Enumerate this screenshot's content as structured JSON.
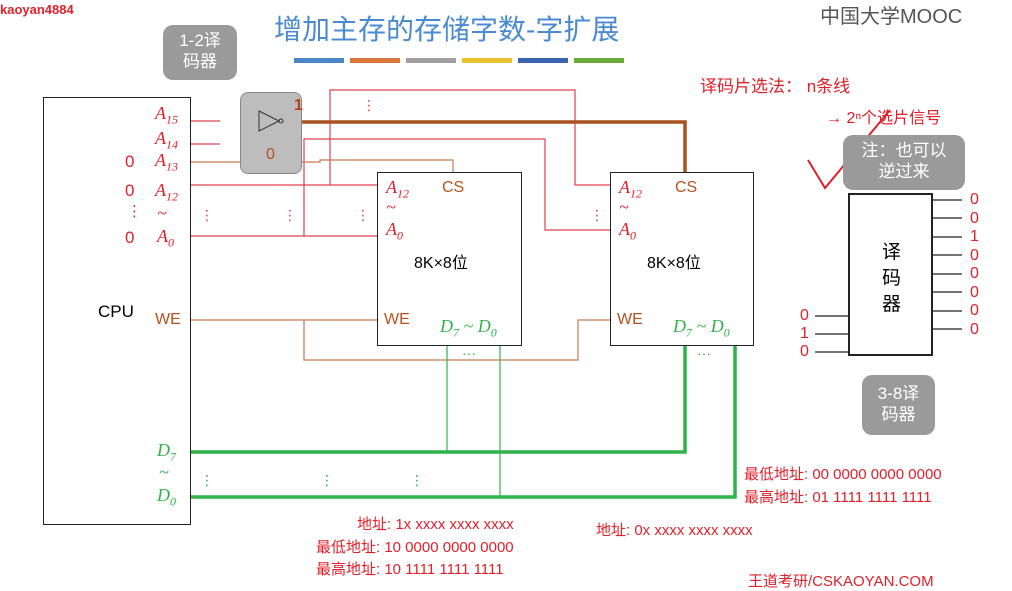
{
  "watermark": "kaoyan4884",
  "logo": "中国大学MOOC",
  "title": "增加主存的存储字数-字扩展",
  "title_bar_colors": [
    "#4a86c5",
    "#d9773a",
    "#a0a0a0",
    "#e8c030",
    "#3a64b0",
    "#6aaa3a"
  ],
  "cpu": {
    "label": "CPU",
    "pins": {
      "a15": "A",
      "a15s": "15",
      "a14": "A",
      "a14s": "14",
      "a13": "A",
      "a13s": "13",
      "a12": "A",
      "a12s": "12",
      "tilde": "~",
      "a0": "A",
      "a0s": "0",
      "we": "WE",
      "d7": "D",
      "d7s": "7",
      "d0": "D",
      "d0s": "0"
    },
    "left_values": [
      "0",
      "0",
      "⋮",
      "0"
    ]
  },
  "decoder12": {
    "callout": "1-2译码器",
    "out1": "1",
    "out0": "0"
  },
  "chips": [
    {
      "a12": "A",
      "a12s": "12",
      "tilde": "~",
      "a0": "A",
      "a0s": "0",
      "cs": "CS",
      "label": "8K×8位",
      "we": "WE",
      "data": "D",
      "d7s": "7",
      "range": " ~ ",
      "d0s": "0"
    },
    {
      "a12": "A",
      "a12s": "12",
      "tilde": "~",
      "a0": "A",
      "a0s": "0",
      "cs": "CS",
      "label": "8K×8位",
      "we": "WE",
      "data": "D",
      "d7s": "7",
      "range": " ~ ",
      "d0s": "0"
    }
  ],
  "notes": {
    "method": "译码片选法：  n条线",
    "signals": "→ 2ⁿ个选片信号",
    "reverse_callout": "注：也可以逆过来"
  },
  "decoder38": {
    "label": "译码器",
    "callout": "3-8译码器",
    "outputs": [
      "0",
      "0",
      "1",
      "0",
      "0",
      "0",
      "0",
      "0"
    ],
    "inputs": [
      "0",
      "1",
      "0"
    ]
  },
  "addresses": {
    "chip2_low": "最低地址: 00 0000 0000 0000",
    "chip2_high": "最高地址: 01 1111 1111 1111",
    "chip2_addr": "地址: 0x xxxx xxxx xxxx",
    "chip1_addr": "地址: 1x xxxx xxxx xxxx",
    "chip1_low": "最低地址: 10 0000 0000 0000",
    "chip1_high": "最高地址: 10 1111 1111 1111"
  },
  "footer": "王道考研/CSKAOYAN.COM"
}
